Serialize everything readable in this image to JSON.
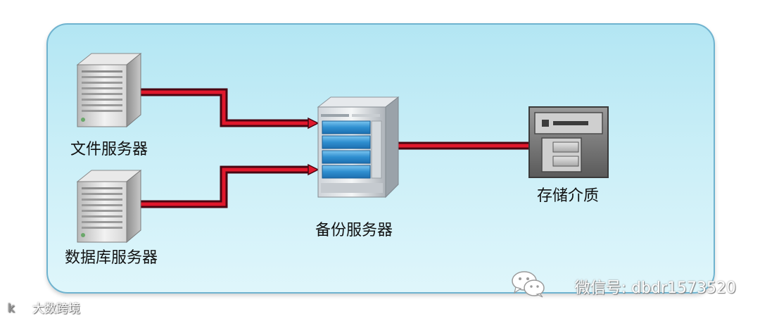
{
  "diagram": {
    "nodes": {
      "file_server": "文件服务器",
      "db_server": "数据库服务器",
      "backup_server": "备份服务器",
      "storage": "存储介质"
    },
    "colors": {
      "link_dark": "#4a0612",
      "link_red": "#e0182c",
      "panel_fill": "#c3ebf6",
      "panel_border": "#6fb3cf"
    }
  },
  "watermark": {
    "wechat_text": "微信号: dbdr1573520",
    "brand_text": "大数跨境",
    "brand_mark": "k"
  }
}
